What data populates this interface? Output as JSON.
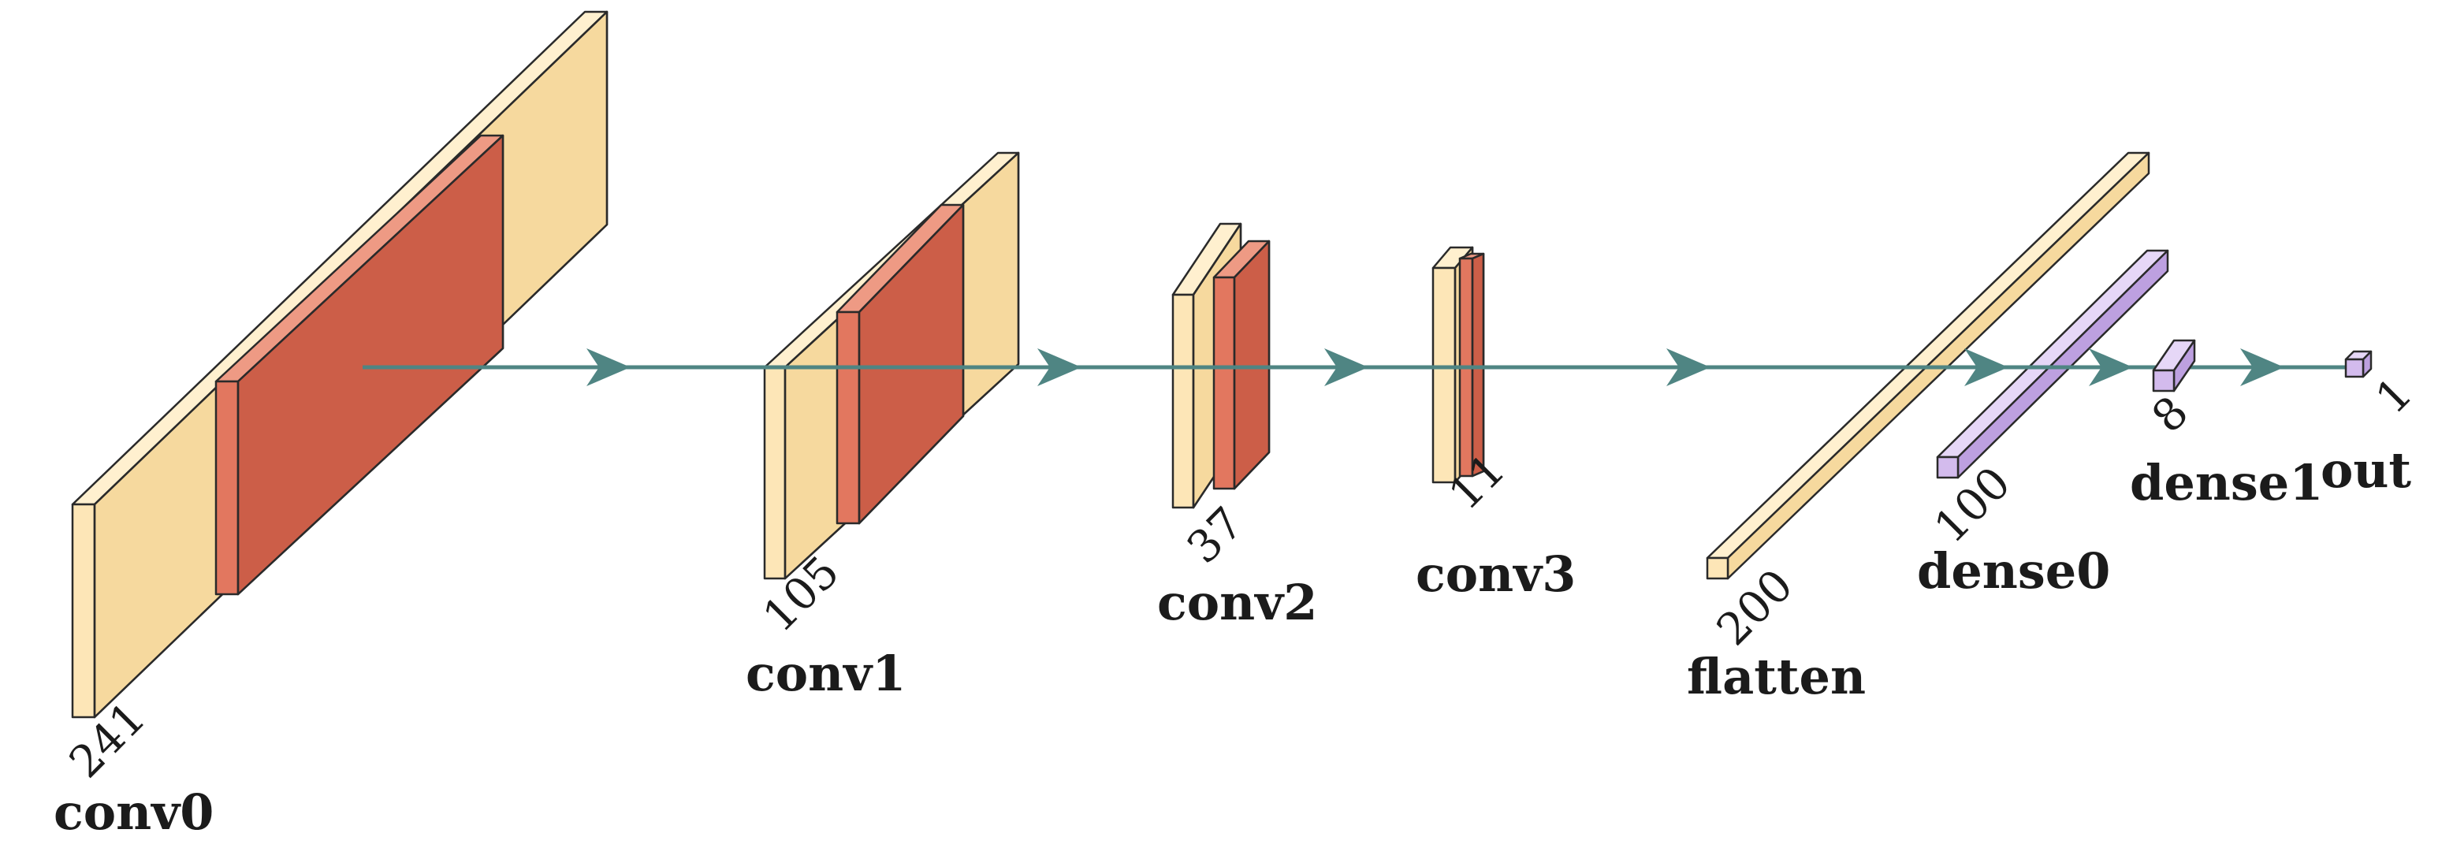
{
  "colors": {
    "conv_block": "#fde6b7",
    "conv_block_side": "#f6d99e",
    "conv_block_top": "#fff0cf",
    "pool_block": "#e2775f",
    "pool_block_side": "#cc5e48",
    "pool_block_top": "#ee9a84",
    "dense_block": "#d3bbed",
    "dense_block_side": "#bda0e0",
    "dense_block_top": "#e6d7f7",
    "connection": "#4f8583",
    "edge": "#2a2a2a"
  },
  "layers": [
    {
      "id": "conv0",
      "name": "conv0",
      "size_label": "241",
      "kind": "conv_pool"
    },
    {
      "id": "conv1",
      "name": "conv1",
      "size_label": "105",
      "kind": "conv_pool"
    },
    {
      "id": "conv2",
      "name": "conv2",
      "size_label": "37",
      "kind": "conv_pool"
    },
    {
      "id": "conv3",
      "name": "conv3",
      "size_label": "11",
      "kind": "conv_pool"
    },
    {
      "id": "flatten",
      "name": "flatten",
      "size_label": "200",
      "kind": "conv"
    },
    {
      "id": "dense0",
      "name": "dense0",
      "size_label": "100",
      "kind": "dense"
    },
    {
      "id": "dense1",
      "name": "dense1",
      "size_label": "8",
      "kind": "dense"
    },
    {
      "id": "out",
      "name": "out",
      "size_label": "1",
      "kind": "dense"
    }
  ],
  "connections": [
    {
      "from": "conv0",
      "to": "conv1"
    },
    {
      "from": "conv1",
      "to": "conv2"
    },
    {
      "from": "conv2",
      "to": "conv3"
    },
    {
      "from": "conv3",
      "to": "flatten"
    },
    {
      "from": "flatten",
      "to": "dense0"
    },
    {
      "from": "dense0",
      "to": "dense1"
    },
    {
      "from": "dense1",
      "to": "out"
    }
  ]
}
